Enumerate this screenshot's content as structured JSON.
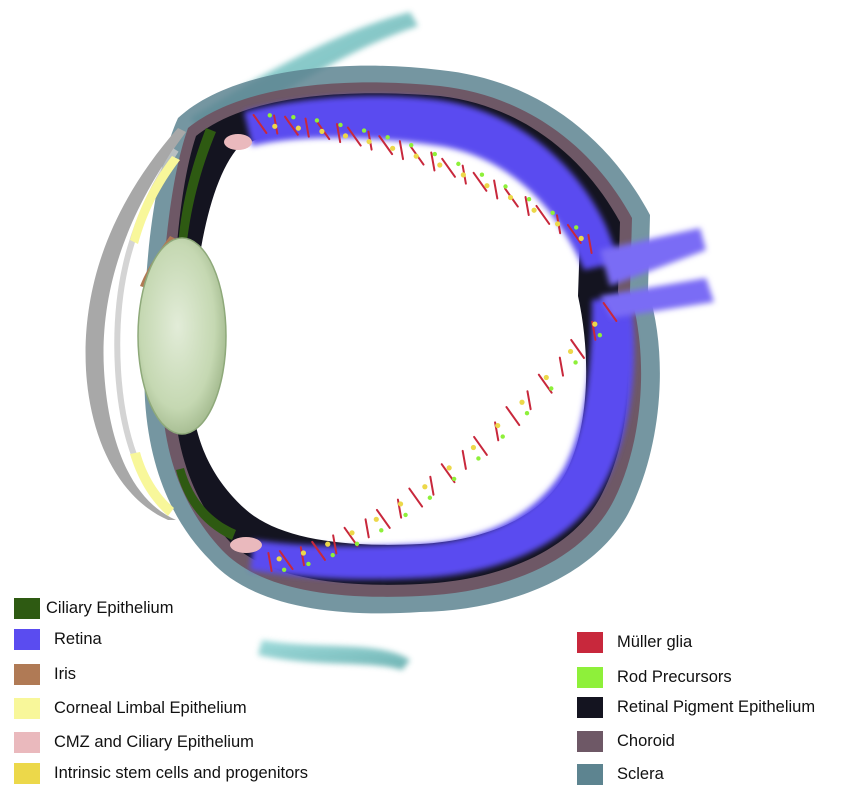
{
  "legend_left": [
    {
      "label": "Ciliary Epithelium",
      "color": "#2e5a12"
    },
    {
      "label": "Retina",
      "color": "#5a4cf0"
    },
    {
      "label": "Iris",
      "color": "#b07a55"
    },
    {
      "label": "Corneal Limbal Epithelium",
      "color": "#f8f79a"
    },
    {
      "label": "CMZ and Ciliary Epithelium",
      "color": "#eab9bd"
    },
    {
      "label": "Intrinsic stem cells and progenitors",
      "color": "#ecd84a"
    }
  ],
  "legend_right": [
    {
      "label": "Müller glia",
      "color": "#c8283c"
    },
    {
      "label": "Rod Precursors",
      "color": "#8ef03a"
    },
    {
      "label": "Retinal Pigment Epithelium",
      "color": "#141420"
    },
    {
      "label": "Choroid",
      "color": "#6e5866"
    },
    {
      "label": "Sclera",
      "color": "#5d8490"
    }
  ],
  "colors": {
    "sclera": "#5d8490",
    "choroid": "#6e5866",
    "rpe": "#141420",
    "retina": "#5a4cf0",
    "ciliary_epithelium": "#2e5a12",
    "cmz": "#eab9bd",
    "iris": "#b07a55",
    "cornea": "#a8a8a8",
    "lens": "#cfe0bf",
    "limbal": "#f8f79a",
    "muller_glia": "#c8283c",
    "rod_precursors": "#8ef03a",
    "stem_cells": "#ecd84a"
  }
}
